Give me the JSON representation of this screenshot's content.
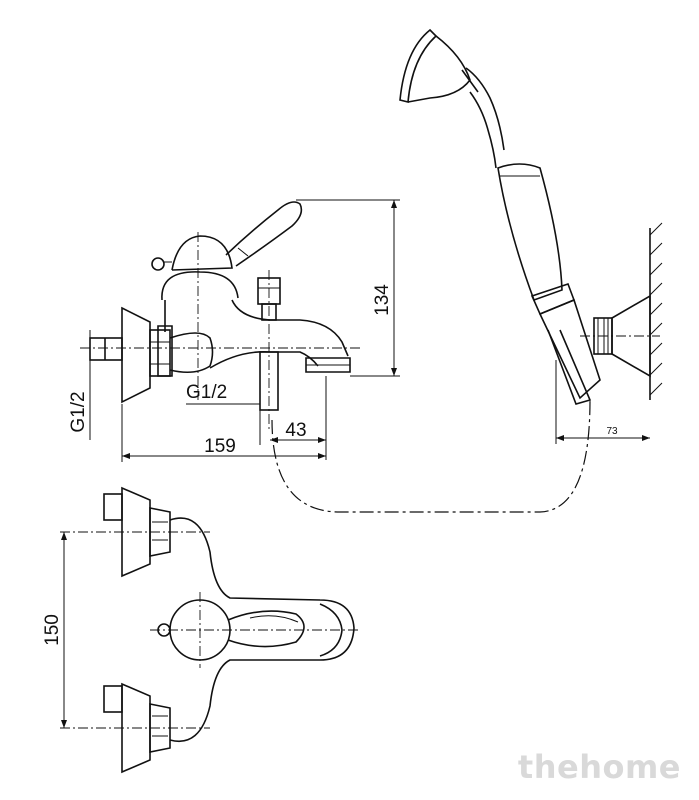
{
  "dimensions": {
    "height_spout": "134",
    "thread_outlet": "G1/2",
    "thread_inlet": "G1/2",
    "offset_outlet": "43",
    "projection": "159",
    "inlet_spacing": "150",
    "holder_projection": "73"
  },
  "watermark": "thehome"
}
